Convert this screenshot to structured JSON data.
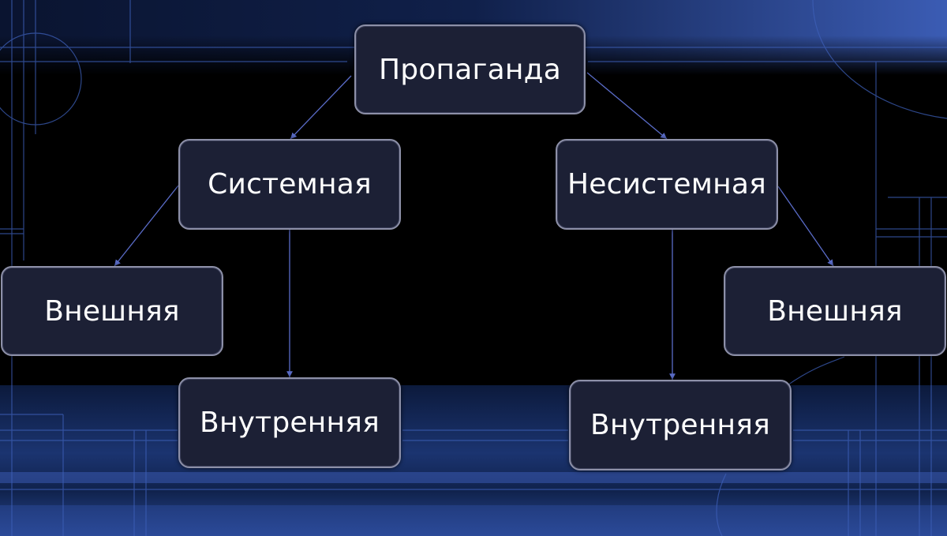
{
  "diagram": {
    "nodes": [
      {
        "id": "root",
        "label": "Пропаганда"
      },
      {
        "id": "systemic",
        "label": "Системная"
      },
      {
        "id": "nonsystemic",
        "label": "Несистемная"
      },
      {
        "id": "sys-external",
        "label": "Внешняя"
      },
      {
        "id": "sys-internal",
        "label": "Внутренняя"
      },
      {
        "id": "nonsys-external",
        "label": "Внешняя"
      },
      {
        "id": "nonsys-internal",
        "label": "Внутренняя"
      }
    ],
    "edges": [
      {
        "from": "root",
        "to": "systemic"
      },
      {
        "from": "root",
        "to": "nonsystemic"
      },
      {
        "from": "systemic",
        "to": "sys-external"
      },
      {
        "from": "systemic",
        "to": "sys-internal"
      },
      {
        "from": "nonsystemic",
        "to": "nonsys-external"
      },
      {
        "from": "nonsystemic",
        "to": "nonsys-internal"
      }
    ]
  },
  "colors": {
    "background": "#000000",
    "node_fill": "#1c2035",
    "node_border": "#8d90a8",
    "connector": "#5a6cc8",
    "accent_blue": "#3f5eb8"
  }
}
